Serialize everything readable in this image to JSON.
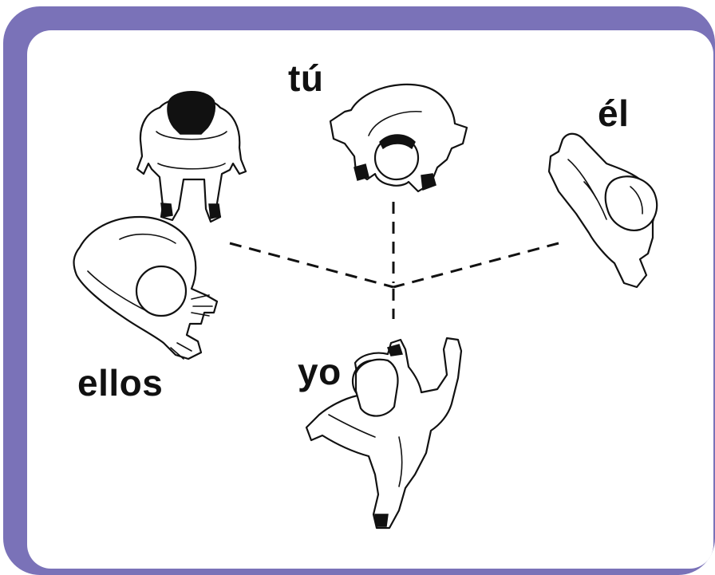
{
  "labels": {
    "tu": "tú",
    "el": "él",
    "ellos": "ellos",
    "yo": "yo"
  },
  "colors": {
    "frame": "#7a72b8",
    "background": "#ffffff",
    "ink": "#111111"
  }
}
